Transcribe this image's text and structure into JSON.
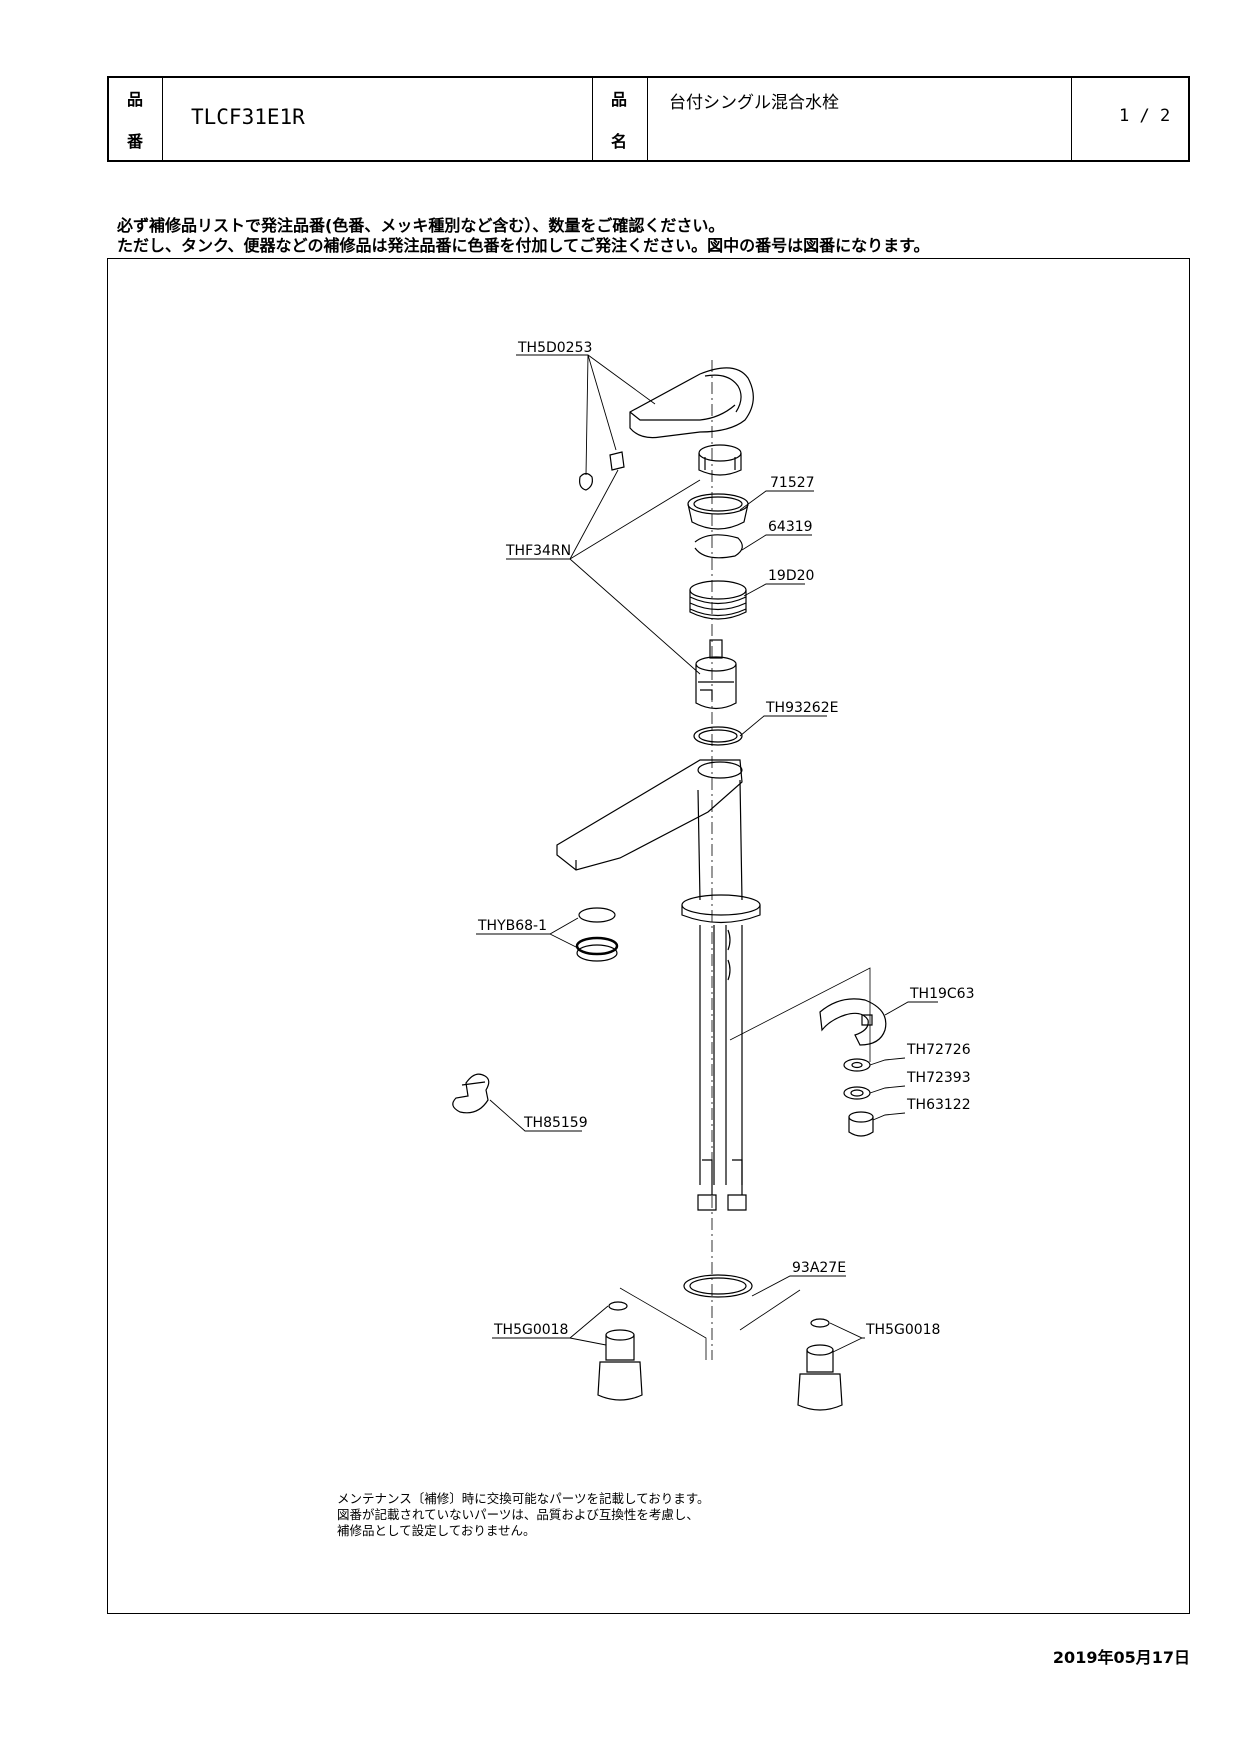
{
  "header": {
    "hin_label_top": "品",
    "hin_label_bottom": "番",
    "model_number": "TLCF31E1R",
    "name_label_top": "品",
    "name_label_bottom": "名",
    "product_name": "台付シングル混合水栓",
    "page": "1 / 2"
  },
  "notes": {
    "line1": "必ず補修品リストで発注品番(色番、メッキ種別など含む）、数量をご確認ください。",
    "line2": "ただし、タンク、便器などの補修品は発注品番に色番を付加してご発注ください。図中の番号は図番になります。"
  },
  "diagram": {
    "part_labels": [
      "TH5D0253",
      "71527",
      "64319",
      "THF34RN",
      "19D20",
      "TH93262E",
      "THYB68-1",
      "TH19C63",
      "TH72726",
      "TH72393",
      "TH63122",
      "TH85159",
      "93A27E",
      "TH5G0018",
      "TH5G0018"
    ]
  },
  "footnote": {
    "line1": "メンテナンス〔補修〕時に交換可能なパーツを記載しております。",
    "line2": "図番が記載されていないパーツは、品質および互換性を考慮し、",
    "line3": "補修品として設定しておりません。"
  },
  "date": "2019年05月17日"
}
